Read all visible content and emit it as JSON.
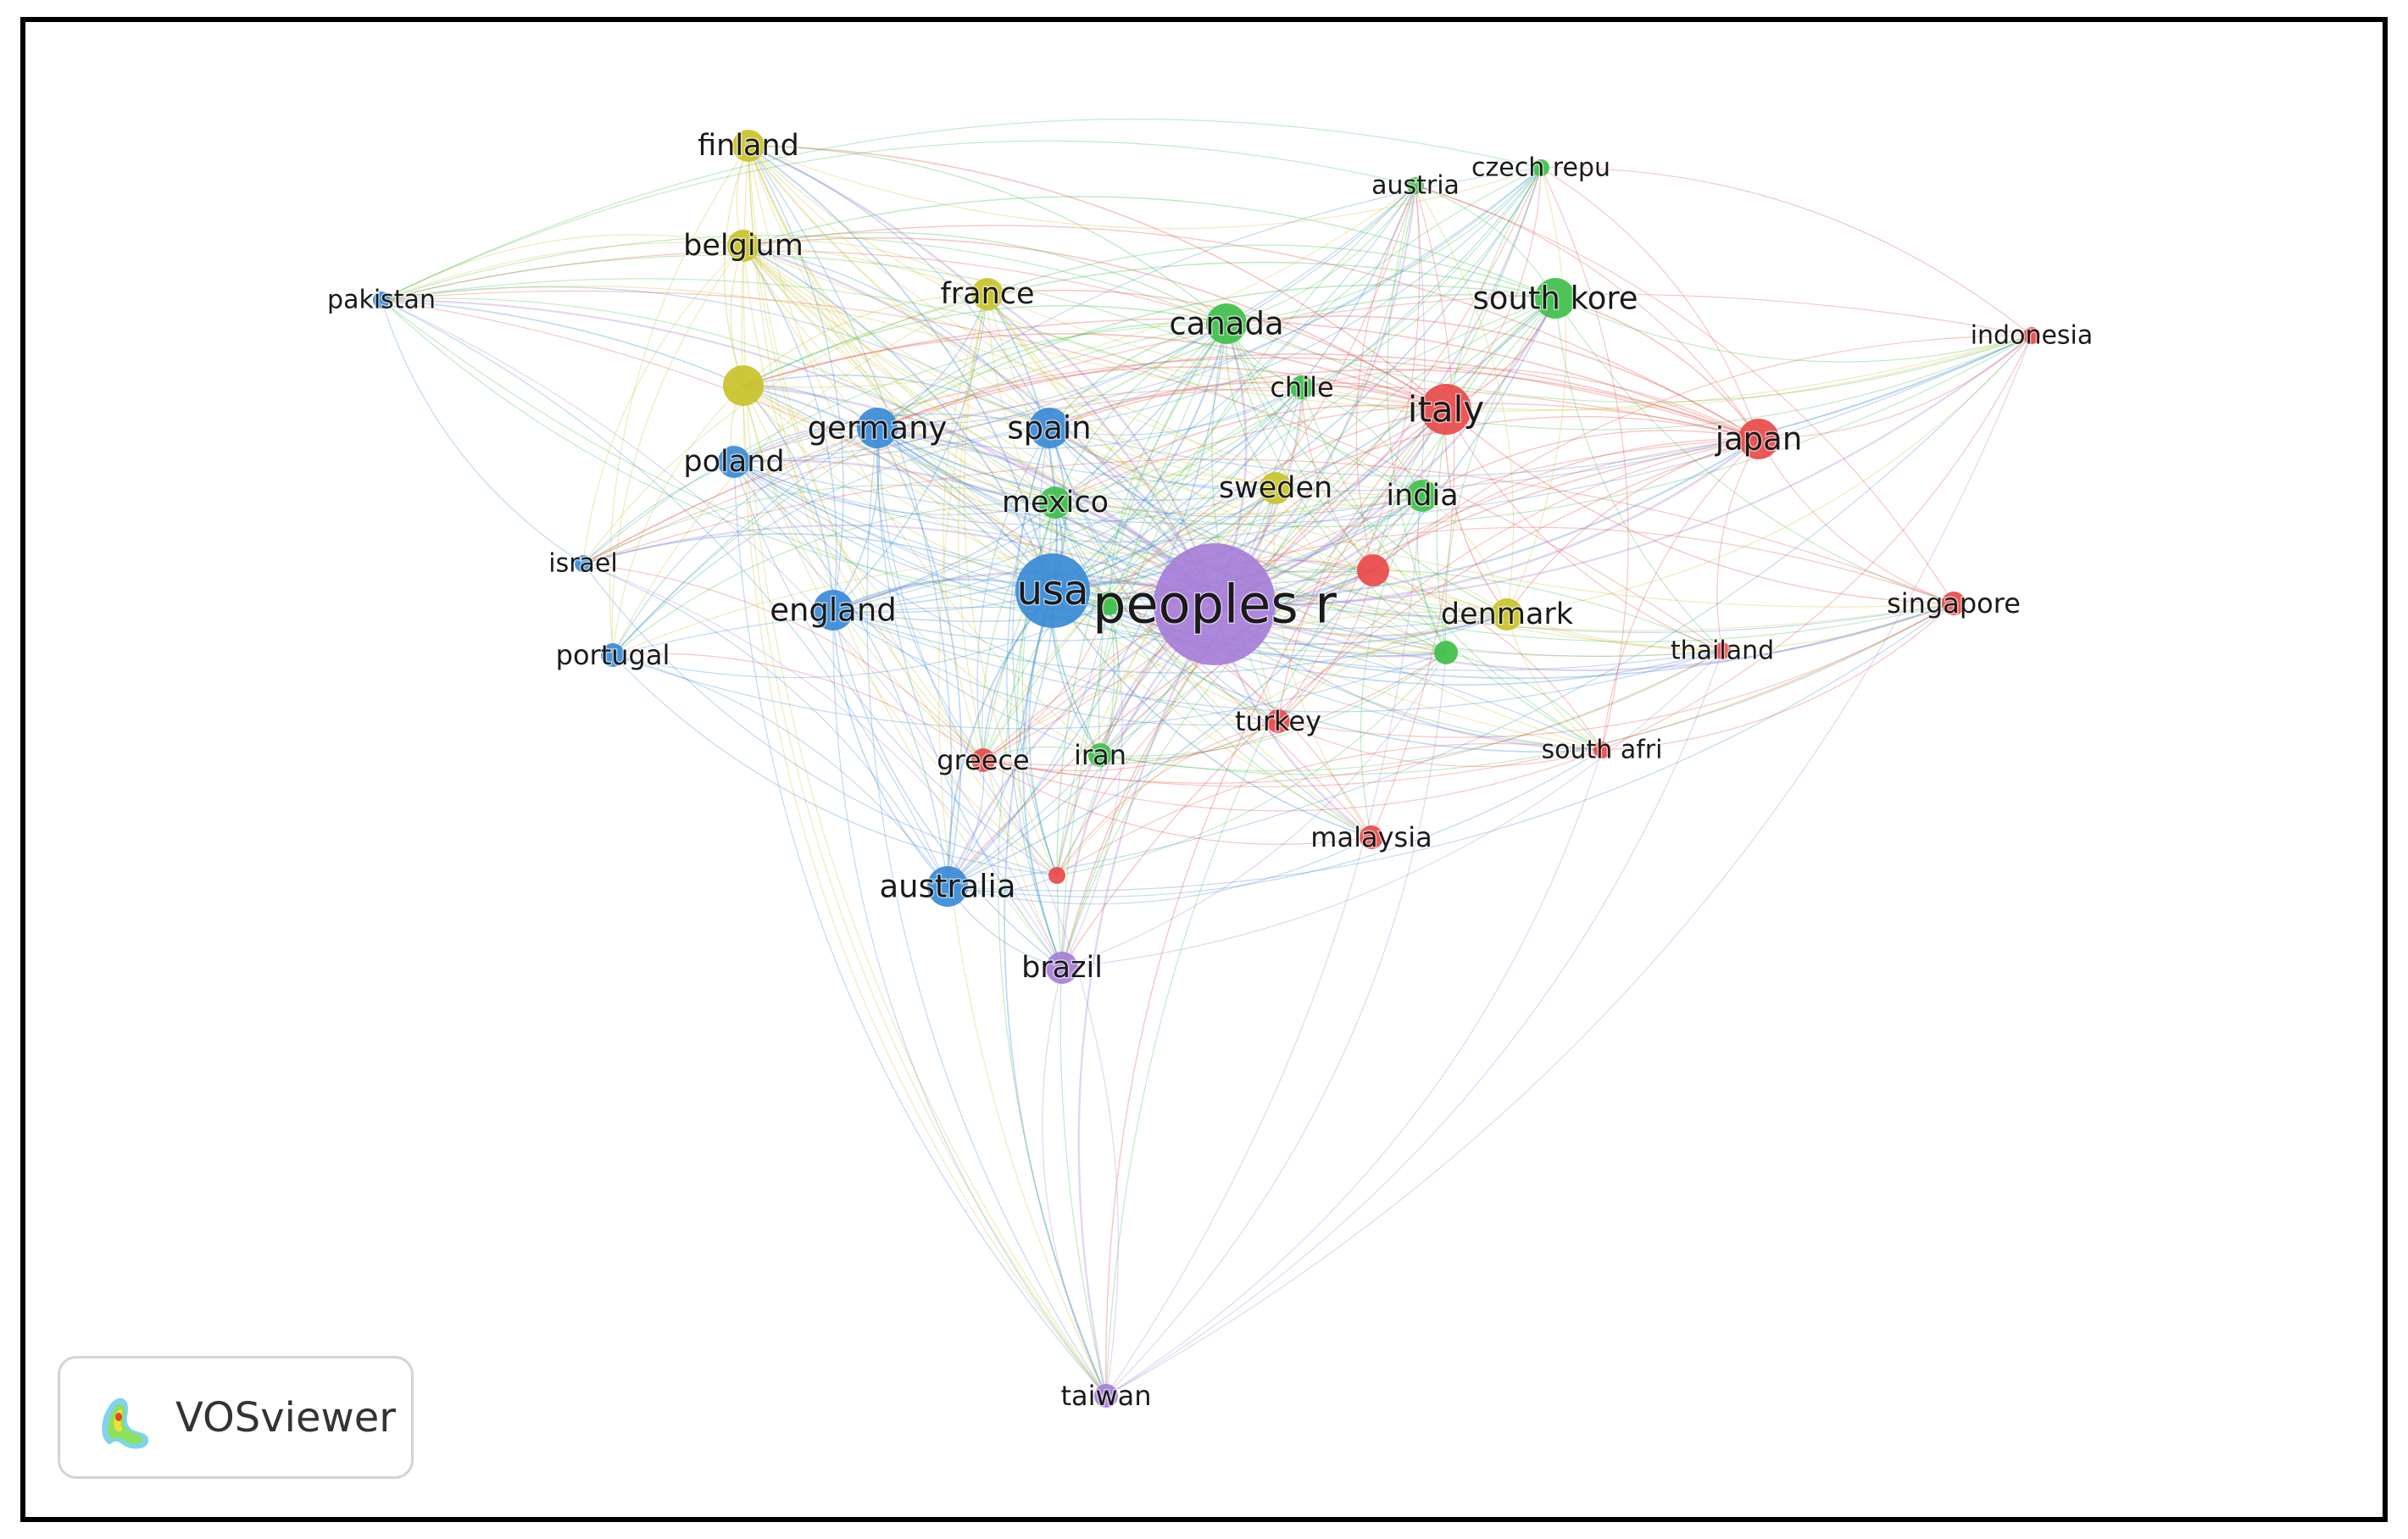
{
  "branding": {
    "name": "VOSviewer",
    "logo_icon": "vosviewer-logo-icon"
  },
  "clusters": {
    "red": "#e84a4a",
    "green": "#3fbf4a",
    "blue": "#3a8ad6",
    "yellow": "#c8c22a",
    "purple": "#a67ed8"
  },
  "nodes": [
    {
      "id": "peoples",
      "label": "peoples r",
      "cluster": "purple",
      "weight": 10
    },
    {
      "id": "usa",
      "label": "usa",
      "cluster": "blue",
      "weight": 7
    },
    {
      "id": "italy",
      "label": "italy",
      "cluster": "red",
      "weight": 5
    },
    {
      "id": "japan",
      "label": "japan",
      "cluster": "red",
      "weight": 4
    },
    {
      "id": "england",
      "label": "england",
      "cluster": "blue",
      "weight": 4
    },
    {
      "id": "australia",
      "label": "australia",
      "cluster": "blue",
      "weight": 4
    },
    {
      "id": "canada",
      "label": "canada",
      "cluster": "green",
      "weight": 4
    },
    {
      "id": "southkore",
      "label": "south kore",
      "cluster": "green",
      "weight": 4
    },
    {
      "id": "spain",
      "label": "spain",
      "cluster": "blue",
      "weight": 4
    },
    {
      "id": "germany",
      "label": "germany",
      "cluster": "blue",
      "weight": 4
    },
    {
      "id": "france",
      "label": "france",
      "cluster": "yellow",
      "weight": 3
    },
    {
      "id": "finland",
      "label": "finland",
      "cluster": "yellow",
      "weight": 3
    },
    {
      "id": "belgium",
      "label": "belgium",
      "cluster": "yellow",
      "weight": 3
    },
    {
      "id": "yelnode",
      "label": "",
      "cluster": "yellow",
      "weight": 4
    },
    {
      "id": "poland",
      "label": "poland",
      "cluster": "blue",
      "weight": 3
    },
    {
      "id": "sweden",
      "label": "sweden",
      "cluster": "yellow",
      "weight": 3
    },
    {
      "id": "denmark",
      "label": "denmark",
      "cluster": "yellow",
      "weight": 3
    },
    {
      "id": "india",
      "label": "india",
      "cluster": "green",
      "weight": 3
    },
    {
      "id": "mexico",
      "label": "mexico",
      "cluster": "green",
      "weight": 3
    },
    {
      "id": "chile",
      "label": "chile",
      "cluster": "green",
      "weight": 2
    },
    {
      "id": "brazil",
      "label": "brazil",
      "cluster": "purple",
      "weight": 3
    },
    {
      "id": "taiwan",
      "label": "taiwan",
      "cluster": "purple",
      "weight": 2
    },
    {
      "id": "iran",
      "label": "iran",
      "cluster": "green",
      "weight": 2
    },
    {
      "id": "greece",
      "label": "greece",
      "cluster": "red",
      "weight": 2
    },
    {
      "id": "turkey",
      "label": "turkey",
      "cluster": "red",
      "weight": 2
    },
    {
      "id": "malaysia",
      "label": "malaysia",
      "cluster": "red",
      "weight": 2
    },
    {
      "id": "southafri",
      "label": "south afri",
      "cluster": "red",
      "weight": 1
    },
    {
      "id": "thailand",
      "label": "thailand",
      "cluster": "red",
      "weight": 1
    },
    {
      "id": "singapore",
      "label": "singapore",
      "cluster": "red",
      "weight": 2
    },
    {
      "id": "indonesia",
      "label": "indonesia",
      "cluster": "red",
      "weight": 1
    },
    {
      "id": "austria",
      "label": "austria",
      "cluster": "green",
      "weight": 1
    },
    {
      "id": "czechrepu",
      "label": "czech repu",
      "cluster": "green",
      "weight": 1
    },
    {
      "id": "pakistan",
      "label": "pakistan",
      "cluster": "blue",
      "weight": 1
    },
    {
      "id": "israel",
      "label": "israel",
      "cluster": "blue",
      "weight": 1
    },
    {
      "id": "portugal",
      "label": "portugal",
      "cluster": "blue",
      "weight": 2
    },
    {
      "id": "rednode1",
      "label": "",
      "cluster": "red",
      "weight": 3
    },
    {
      "id": "rednode2",
      "label": "",
      "cluster": "red",
      "weight": 1
    },
    {
      "id": "grnnode1",
      "label": "",
      "cluster": "green",
      "weight": 2
    },
    {
      "id": "grnnode2",
      "label": "",
      "cluster": "green",
      "weight": 2
    }
  ]
}
